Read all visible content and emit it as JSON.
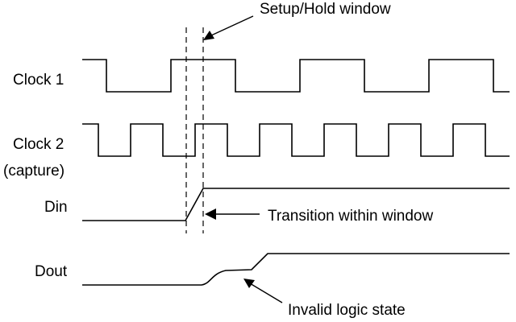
{
  "signals": {
    "clock1": "Clock 1",
    "clock2_line1": "Clock 2",
    "clock2_line2": "(capture)",
    "din": "Din",
    "dout": "Dout"
  },
  "annotations": {
    "setup_hold": "Setup/Hold window",
    "transition": "Transition within window",
    "invalid": "Invalid logic state"
  }
}
